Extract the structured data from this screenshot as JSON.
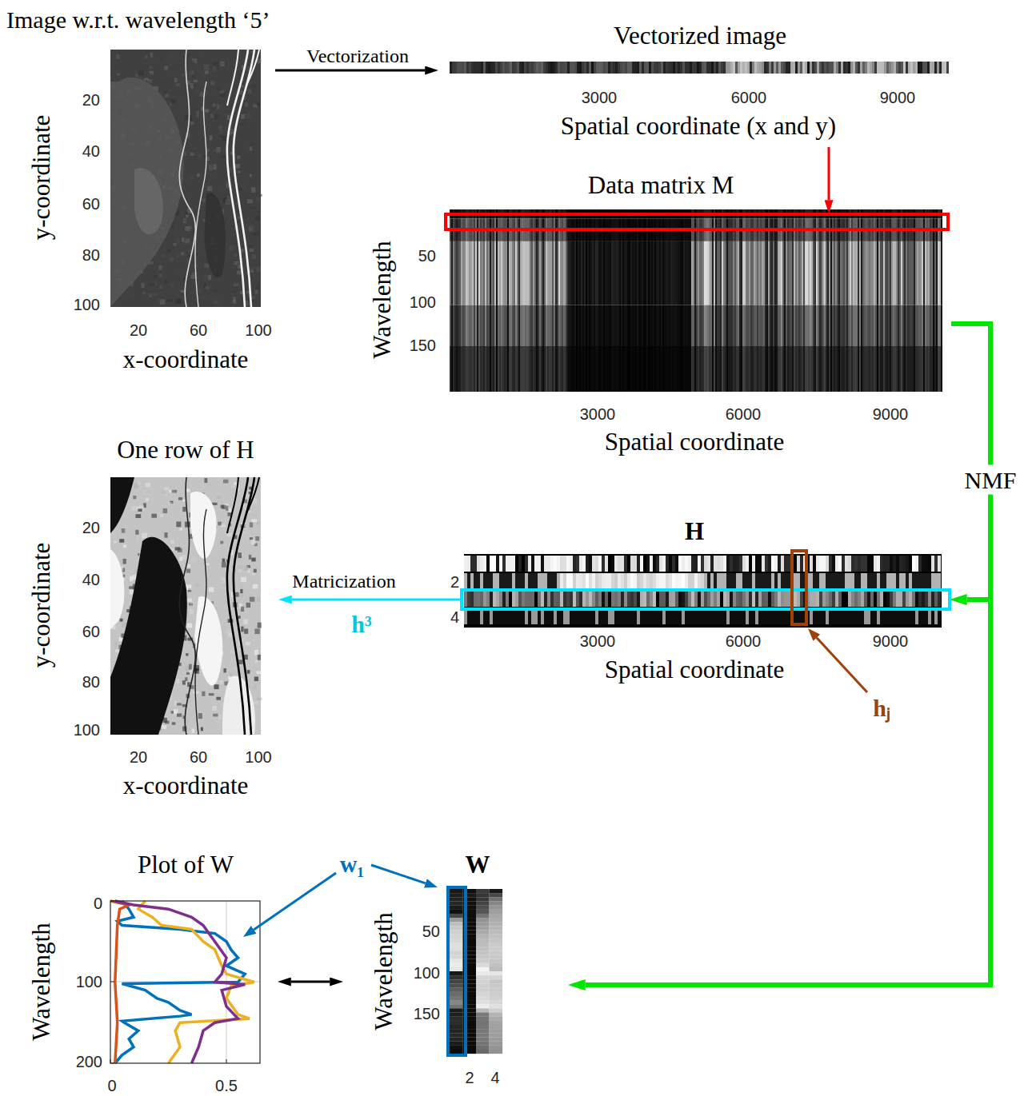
{
  "diagram": {
    "nodes": [
      {
        "text": [
          "Image w.r.t. wavelength ‘5’"
        ]
      },
      {
        "text": [
          "Vectorized image"
        ]
      },
      {
        "text": [
          "Data matrix M"
        ]
      },
      {
        "text": [
          "One row of H"
        ]
      },
      {
        "text": [
          "H"
        ]
      },
      {
        "text": [
          "Plot of W"
        ]
      },
      {
        "text": [
          "W"
        ]
      }
    ],
    "edges": [
      {
        "from": 0,
        "to": 1,
        "label": "Vectorization",
        "arrow": "to"
      },
      {
        "from": 1,
        "to": 2,
        "arrow": "to"
      },
      {
        "from": 2,
        "to": 4,
        "label": "NMF",
        "arrow": "to"
      },
      {
        "from": 2,
        "to": 6,
        "arrow": "to"
      },
      {
        "from": 4,
        "to": 3,
        "label": "Matricization",
        "arrow": "to"
      },
      {
        "from": 5,
        "to": 6,
        "arrow": "both"
      }
    ],
    "labels": [
      "20",
      "40",
      "60",
      "80",
      "100",
      "20",
      "60",
      "100",
      "y-coordinate",
      "x-coordinate",
      "3000",
      "6000",
      "9000",
      "Spatial coordinate (x and y)",
      "50",
      "100",
      "150",
      "Wavelength",
      "3000",
      "6000",
      "9000",
      "Spatial coordinate",
      "20",
      "40",
      "60",
      "80",
      "100",
      "20",
      "60",
      "100",
      "y-coordinate",
      "x-coordinate",
      "h³",
      "2",
      "4",
      "3000",
      "6000",
      "9000",
      "Spatial coordinate",
      "hⱼ",
      "0",
      "100",
      "200",
      "0",
      "0.5",
      "Wavelength",
      "w₁",
      "50",
      "100",
      "150",
      "Wavelength",
      "2",
      "4"
    ]
  }
}
